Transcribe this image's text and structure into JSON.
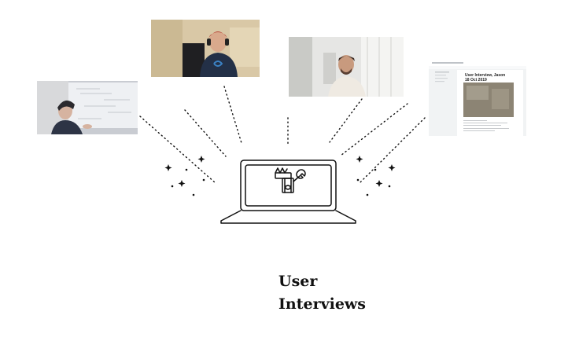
{
  "caption": {
    "line1": "User",
    "line2": "Interviews"
  },
  "document_thumbnail": {
    "title": "User Interview, Jason",
    "date": "18 Oct 2019"
  },
  "icons": {
    "center": "laptop-with-robot-arm-wrench-icon",
    "sparkles": "sparkle-star-icon"
  },
  "colors": {
    "ink": "#111111",
    "background": "#ffffff"
  }
}
